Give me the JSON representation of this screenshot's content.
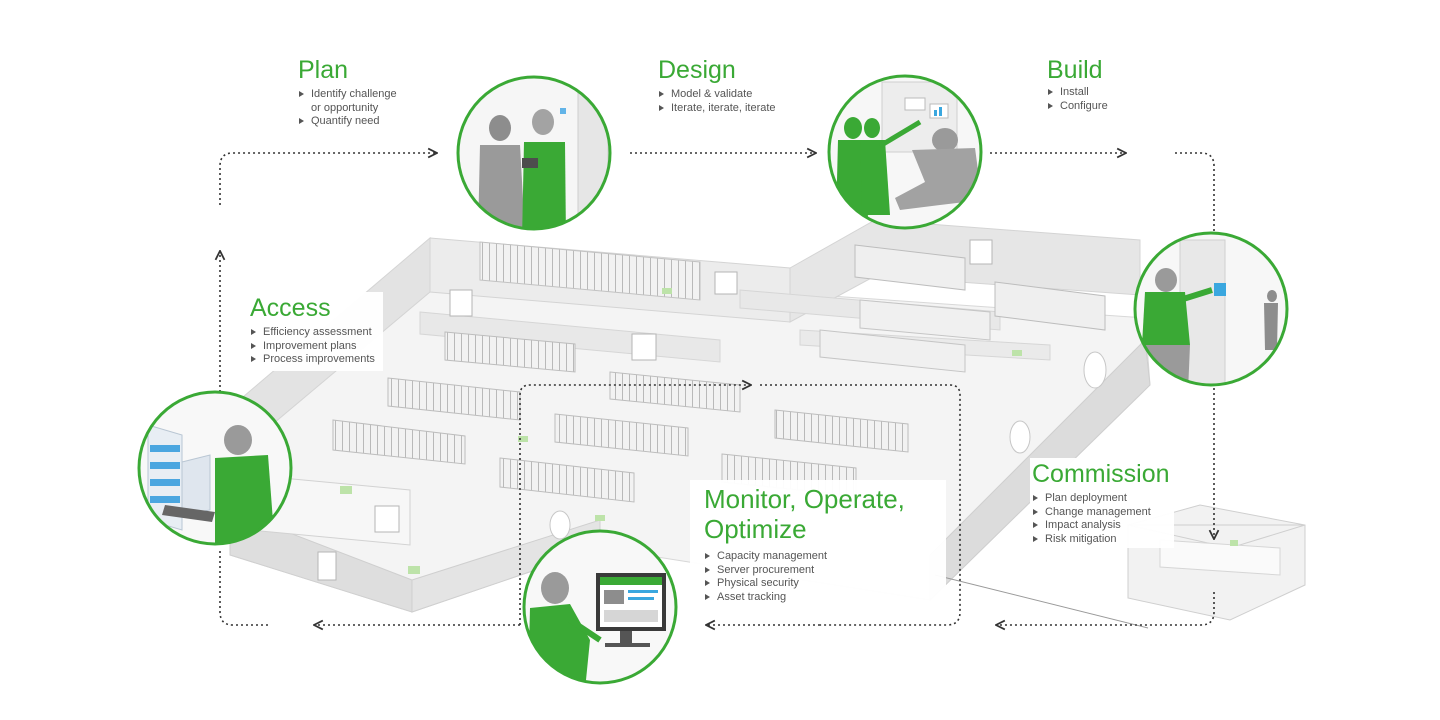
{
  "stages": {
    "plan": {
      "title": "Plan",
      "items": [
        "Identify challenge",
        "or opportunity",
        "Quantify need"
      ],
      "bullets": [
        true,
        false,
        true
      ]
    },
    "design": {
      "title": "Design",
      "items": [
        "Model & validate",
        "Iterate, iterate, iterate"
      ],
      "bullets": [
        true,
        true
      ]
    },
    "build": {
      "title": "Build",
      "items": [
        "Install",
        "Configure"
      ],
      "bullets": [
        true,
        true
      ]
    },
    "access": {
      "title": "Access",
      "items": [
        "Efficiency assessment",
        "Improvement plans",
        "Process improvements"
      ],
      "bullets": [
        true,
        true,
        true
      ]
    },
    "commission": {
      "title": "Commission",
      "items": [
        "Plan deployment",
        "Change management",
        "Impact analysis",
        "Risk mitigation"
      ],
      "bullets": [
        true,
        true,
        true,
        true
      ]
    },
    "monitor": {
      "title_line1": "Monitor, Operate,",
      "title_line2": "Optimize",
      "items": [
        "Capacity management",
        "Server procurement",
        "Physical security",
        "Asset tracking"
      ],
      "bullets": [
        true,
        true,
        true,
        true
      ]
    }
  },
  "colors": {
    "accent": "#3aa935",
    "text": "#555555",
    "flow_arrow": "#333333",
    "building": "#e9e9e9"
  },
  "icons": {
    "plan": "people-consulting-icon",
    "design": "team-reviewing-design-icon",
    "build": "technician-installing-icon",
    "access": "analyst-with-tablet-icon",
    "monitor": "operator-at-monitor-icon"
  }
}
